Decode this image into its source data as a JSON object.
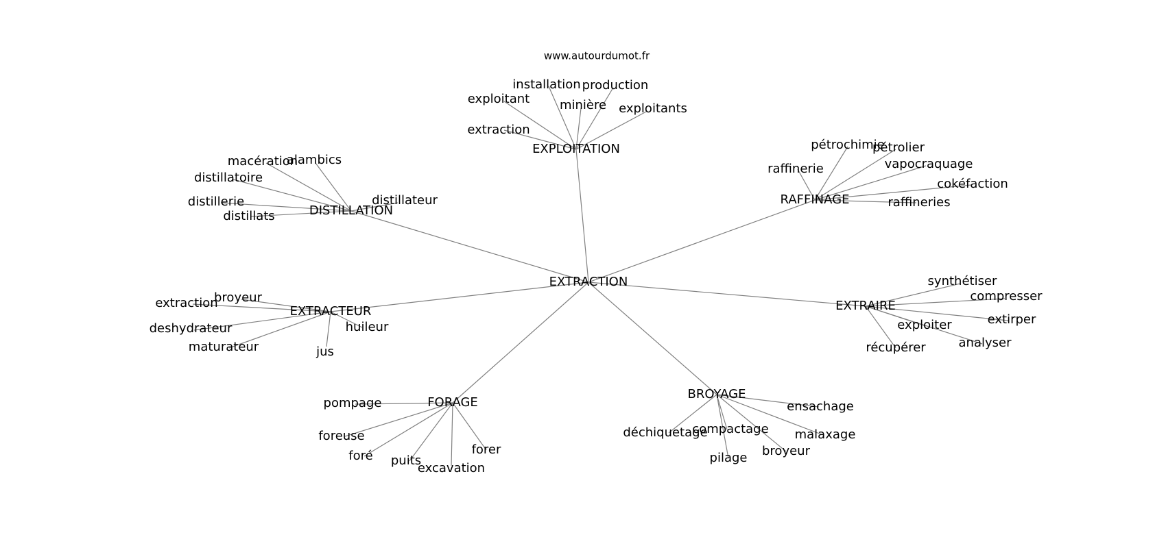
{
  "source": "www.autourdumot.fr",
  "center": "EXTRACTION",
  "clusters": [
    {
      "label": "EXPLOITATION",
      "words": [
        "installation",
        "production",
        "exploitant",
        "minière",
        "exploitants",
        "extraction"
      ]
    },
    {
      "label": "RAFFINAGE",
      "words": [
        "pétrochimie",
        "pétrolier",
        "raffinerie",
        "vapocraquage",
        "cokéfaction",
        "raffineries"
      ]
    },
    {
      "label": "DISTILLATION",
      "words": [
        "macération",
        "alambics",
        "distillatoire",
        "distillerie",
        "distillats",
        "distillateur"
      ]
    },
    {
      "label": "EXTRACTEUR",
      "words": [
        "broyeur",
        "extraction",
        "huileur",
        "deshydrateur",
        "maturateur",
        "jus"
      ]
    },
    {
      "label": "EXTRAIRE",
      "words": [
        "synthétiser",
        "compresser",
        "extirper",
        "exploiter",
        "analyser",
        "récupérer"
      ]
    },
    {
      "label": "FORAGE",
      "words": [
        "pompage",
        "foreuse",
        "foré",
        "puits",
        "excavation",
        "forer"
      ]
    },
    {
      "label": "BROYAGE",
      "words": [
        "ensachage",
        "déchiquetage",
        "compactage",
        "malaxage",
        "broyeur",
        "pilage"
      ]
    }
  ]
}
